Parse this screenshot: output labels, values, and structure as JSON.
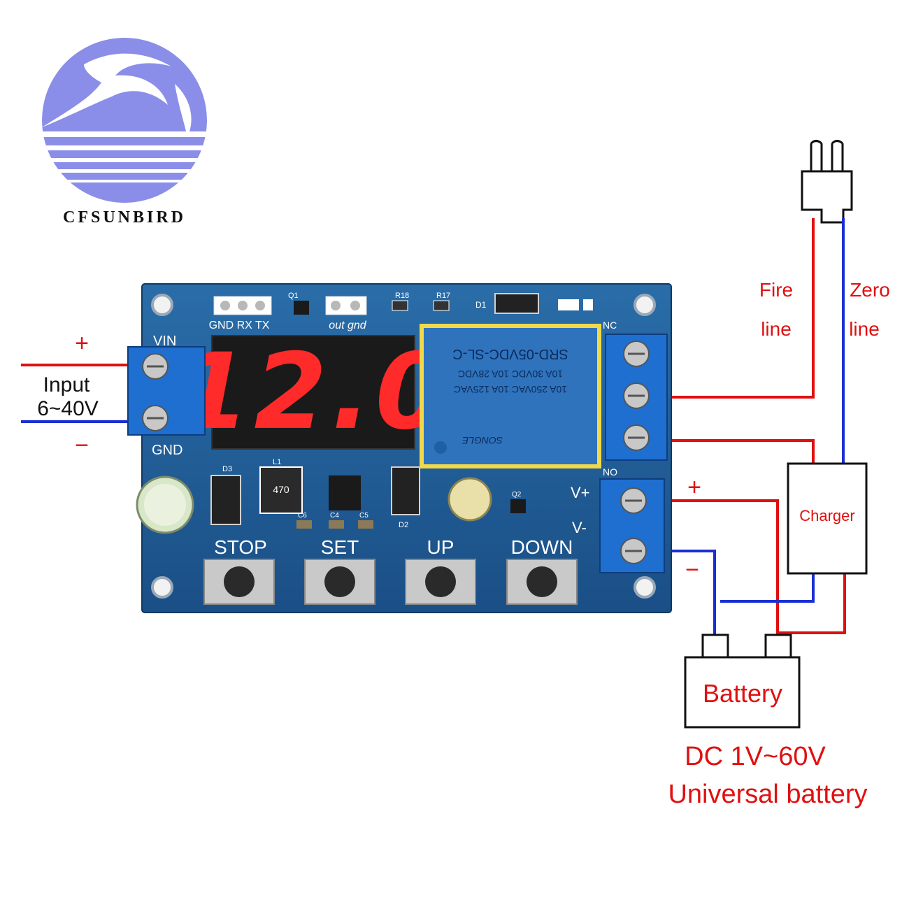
{
  "brand": {
    "name": "CFSUNBIRD",
    "logo_color": "#8a8ee8"
  },
  "module": {
    "display_value": "12.0",
    "relay_marking": [
      "SRD-05VDC-SL-C",
      "10A 30VDC 10A 28VDC",
      "10A 250VAC 10A 125VAC",
      "SONGLE"
    ],
    "silkscreen": {
      "header_left": "GND RX TX",
      "header_right": "out gnd",
      "vin": "VIN",
      "gnd": "GND",
      "nc": "NC",
      "no": "NO",
      "vplus": "V+",
      "vminus": "V-",
      "q1": "Q1",
      "q2": "Q2",
      "r18": "R18",
      "r17": "R17",
      "d1": "D1",
      "d2": "D2",
      "d3": "D3",
      "l1": "L1",
      "inductor": "470",
      "c4": "C4",
      "c5": "C5",
      "c6": "C6"
    },
    "buttons": {
      "stop": "STOP",
      "set": "SET",
      "up": "UP",
      "down": "DOWN"
    }
  },
  "input": {
    "plus": "+",
    "minus": "−",
    "label_line1": "Input",
    "label_line2": "6~40V"
  },
  "mains": {
    "fire_line1": "Fire",
    "fire_line2": "line",
    "zero_line1": "Zero",
    "zero_line2": "line"
  },
  "charger": {
    "label": "Charger"
  },
  "battery_output": {
    "plus": "+",
    "minus": "−"
  },
  "battery": {
    "label": "Battery",
    "caption_line1": "DC 1V~60V",
    "caption_line2": "Universal battery"
  },
  "colors": {
    "red_wire": "#e01010",
    "blue_wire": "#1a2fd6",
    "pcb": "#1f5f9a",
    "led_red": "#ff2a2a",
    "terminal_blue": "#1e6fd0"
  }
}
